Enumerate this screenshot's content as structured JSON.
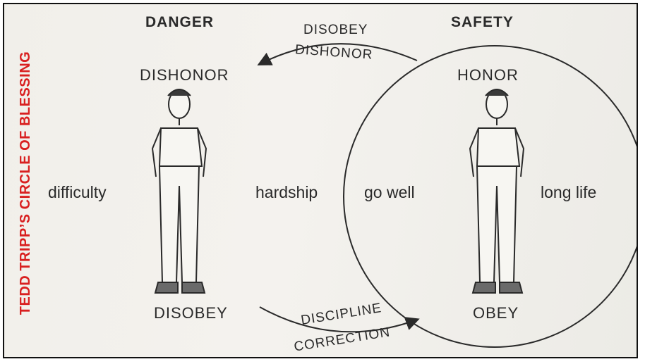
{
  "side_title": "TEDD TRIPP’S CIRCLE OF BLESSING",
  "headings": {
    "danger": "DANGER",
    "safety": "SAFETY"
  },
  "top_arrow": {
    "line1": "DISOBEY",
    "line2": "DISHONOR"
  },
  "bottom_arrow": {
    "line1": "DISCIPLINE",
    "line2": "CORRECTION"
  },
  "left_figure": {
    "top_label": "DISHONOR",
    "bottom_label": "DISOBEY"
  },
  "right_figure": {
    "top_label": "HONOR",
    "bottom_label": "OBEY"
  },
  "words": {
    "difficulty": "difficulty",
    "hardship": "hardship",
    "go_well": "go well",
    "long_life": "long life"
  },
  "colors": {
    "accent": "#d92020",
    "ink": "#2a2a2a"
  }
}
